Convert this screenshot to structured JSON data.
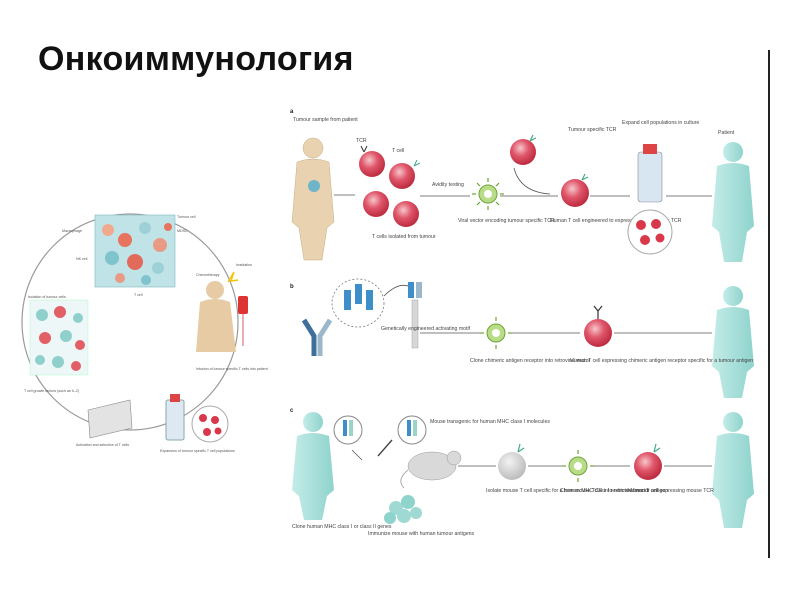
{
  "slide": {
    "title": "Онкоиммунология"
  },
  "left_cycle": {
    "labels": [
      "Tumour cell",
      "Macrophage",
      "T cell",
      "NK cell",
      "MDSC",
      "Chemotherapy",
      "Irradiation",
      "Infusion of tumour specific T cells into patient",
      "Expansion of tumour specific T cell populations",
      "Activation and selection of T cells",
      "T cell growth factors (such as IL-2)",
      "Isolation of tumour cells"
    ]
  },
  "panel_a": {
    "letter": "a",
    "labels": {
      "sample": "Tumour sample from patient",
      "tcr": "TCR",
      "tcell": "T cell",
      "isolated": "T cells isolated from tumour",
      "avidity": "Avidity testing",
      "vector": "Viral vector encoding tumour specific TCR",
      "specific": "Tumour specific TCR",
      "engineered": "Human T cell engineered to express tumour specific TCR",
      "expand": "Expand cell populations in culture",
      "patient": "Patient"
    }
  },
  "panel_b": {
    "letter": "b",
    "labels": {
      "motif": "Genetically engineered activating motif",
      "clone": "Clone chimeric antigen receptor into retroviral vector",
      "human": "Human T cell expressing chimeric antigen receptor specific for a tumour antigen"
    }
  },
  "panel_c": {
    "letter": "c",
    "labels": {
      "mouse": "Mouse transgenic for human MHC class I molecules",
      "clone_mhc": "Clone human MHC class I or class II genes",
      "immunize": "Immunize mouse with human tumour antigens",
      "isolate": "Isolate mouse T cell specific for a human MHC class I restricted tumour antigen",
      "clone_tcr": "Clone mouse TCR into retroviral vector",
      "human_tcr": "Human T cell expressing mouse TCR"
    }
  },
  "colors": {
    "patient_teal": "#9ed9d4",
    "patient_tan": "#e8d2b0",
    "tcell_red": "#d9384a",
    "virus_green": "#8cc63e",
    "vector_blue": "#3d8ec9"
  }
}
